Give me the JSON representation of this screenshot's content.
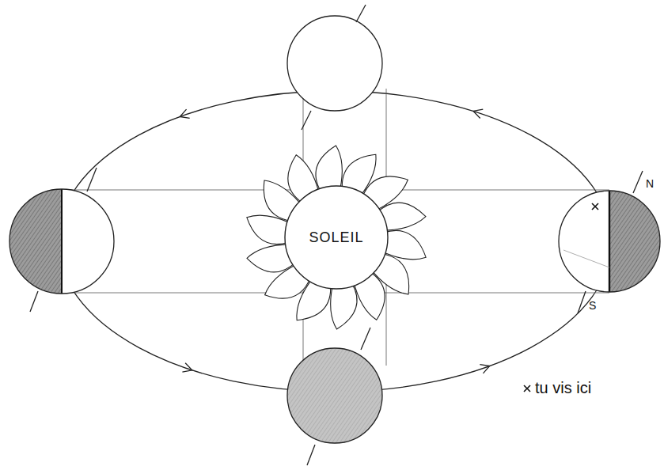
{
  "diagram": {
    "nodes": [
      {
        "text": [
          "SOLEIL"
        ]
      }
    ],
    "labels": [
      "N",
      "S",
      "tu vis ici"
    ]
  }
}
